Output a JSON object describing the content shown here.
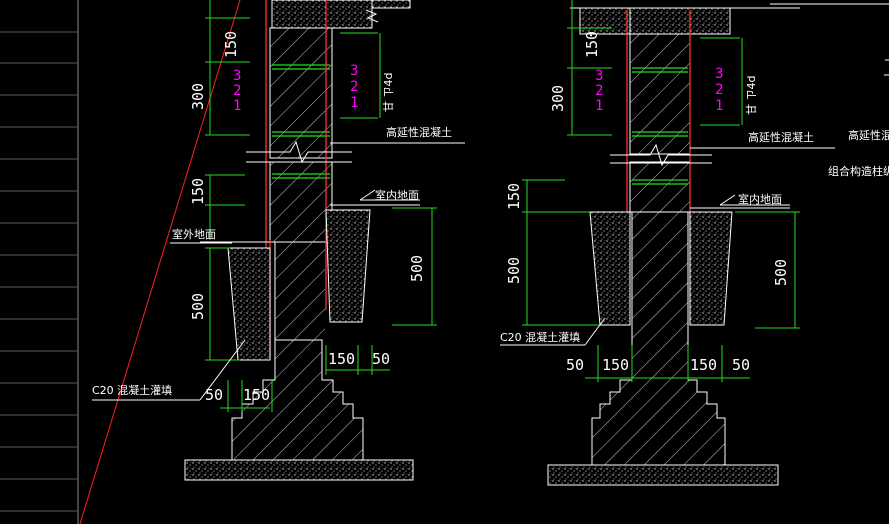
{
  "left": {
    "dims": {
      "d300": "300",
      "d150_top": "150",
      "d150_mid": "150",
      "d500_left": "500",
      "d500_right": "500",
      "d150_step": "150",
      "d50_step": "50",
      "d50_bottom": "50",
      "d150_bottom": "150"
    },
    "layers": [
      "3",
      "2",
      "1"
    ],
    "layers_right": [
      "3",
      "2",
      "1"
    ],
    "labels": {
      "high_ductility": "高延性混凝土",
      "indoor_floor": "室内地面",
      "outdoor_floor": "室外地面",
      "c20_fill": "C20 混凝土灌填",
      "side_tag": "甘 ㄗ4d"
    }
  },
  "right": {
    "dims": {
      "d300": "300",
      "d150_top": "150",
      "d150_mid": "150",
      "d500_left": "500",
      "d500_right": "500",
      "d50_a": "50",
      "d150_a": "150",
      "d150_b": "150",
      "d50_b": "50"
    },
    "layers": [
      "3",
      "2",
      "1"
    ],
    "layers_right": [
      "3",
      "2",
      "1"
    ],
    "labels": {
      "high_ductility": "高延性混凝土",
      "indoor_floor": "室内地面",
      "c20_fill": "C20 混凝土灌填",
      "side_tag": "甘 ㄗ4d",
      "cut_a": "高延性混凝",
      "cut_b": "组合构造柱纵筋"
    }
  }
}
